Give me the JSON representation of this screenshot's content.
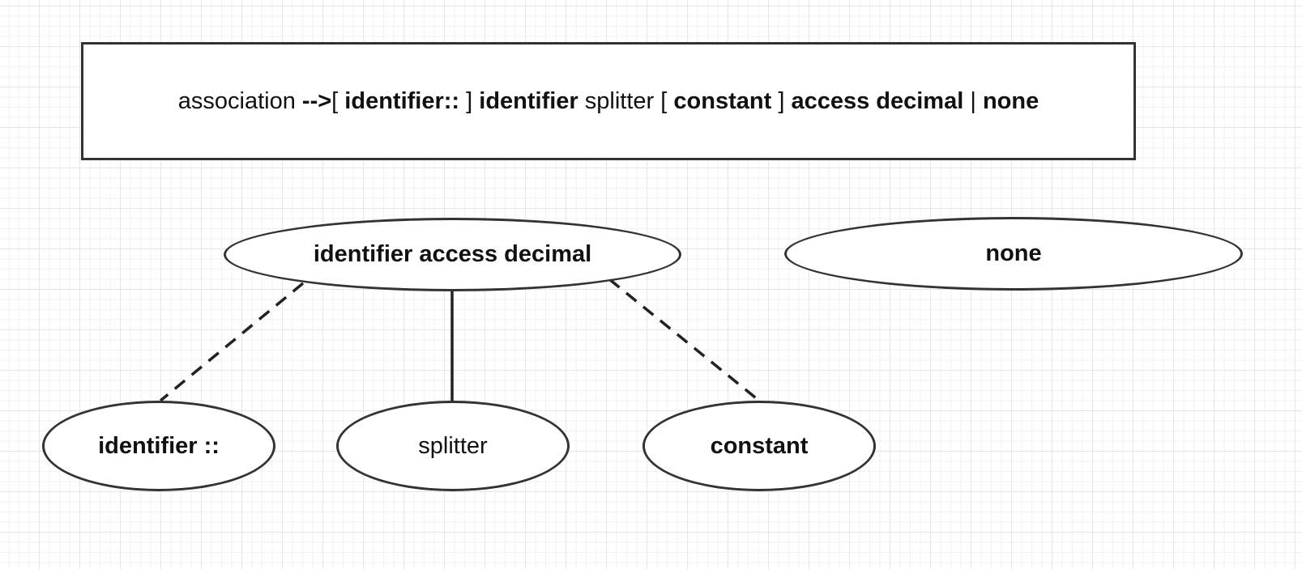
{
  "rule": {
    "lhs": "association",
    "arrow": "-->",
    "open_bracket_1": "[",
    "opt_identifier_scope": "identifier::",
    "close_bracket_1": "]",
    "identifier": "identifier",
    "splitter": "splitter",
    "open_bracket_2": "[",
    "opt_constant": "constant",
    "close_bracket_2": "]",
    "access_decimal": "access decimal",
    "pipe": "|",
    "none": "none"
  },
  "nodes": {
    "root": "identifier access decimal",
    "none": "none",
    "identifier_scope": "identifier ::",
    "splitter": "splitter",
    "constant": "constant"
  },
  "edges": [
    {
      "from": "root",
      "to": "identifier_scope",
      "style": "dashed"
    },
    {
      "from": "root",
      "to": "splitter",
      "style": "solid"
    },
    {
      "from": "root",
      "to": "constant",
      "style": "dashed"
    }
  ],
  "colors": {
    "stroke": "#333333",
    "grid": "#e4e4f4",
    "background": "#ffffff"
  }
}
